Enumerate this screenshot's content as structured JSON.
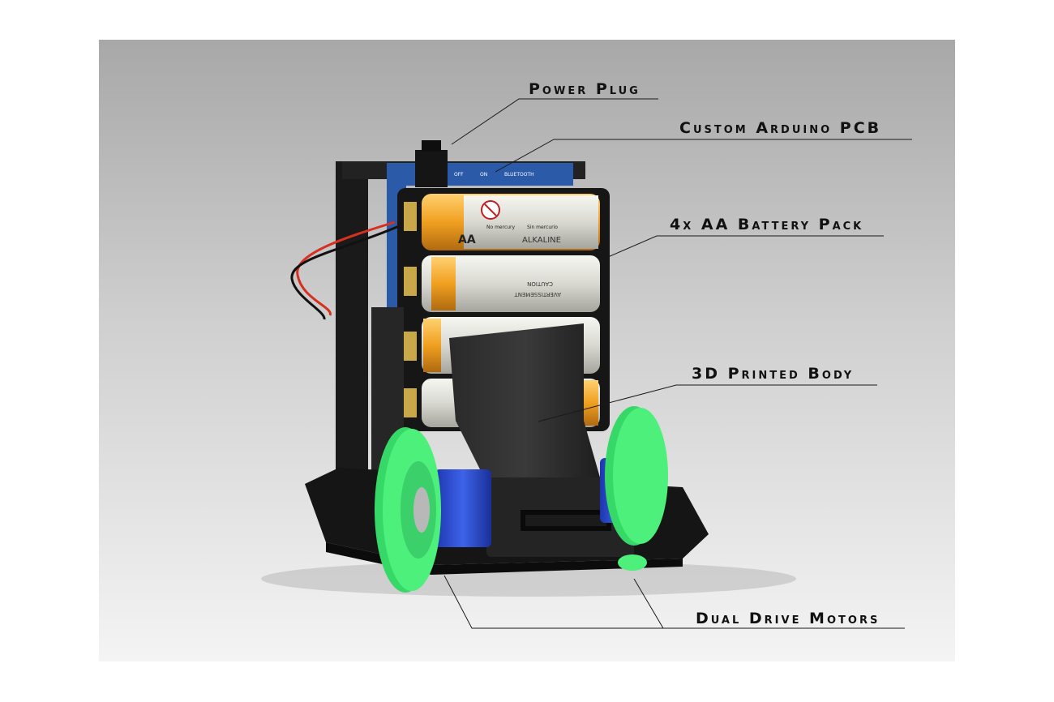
{
  "annotations": {
    "power_plug": "Power Plug",
    "custom_pcb": "Custom Arduino PCB",
    "battery_pack": "4x AA Battery Pack",
    "printed_body": "3D Printed Body",
    "drive_motors": "Dual Drive Motors"
  },
  "battery_labels": {
    "brand_text": "AA",
    "chemistry": "ALKALINE",
    "no_mercury": "No mercury",
    "sin_mercurio": "Sin mercurio",
    "caution": "CAUTION",
    "avertissement": "AVERTISSEMENT"
  },
  "pcb_labels": {
    "off": "OFF",
    "on": "ON",
    "bluetooth": "BLUETOOTH"
  },
  "colors": {
    "background_top": "#a9a9a9",
    "background_bottom": "#f2f2f2",
    "body_plastic": "#1c1c1c",
    "wheel_green": "#4cf07a",
    "battery_orange": "#f0a020",
    "pcb_blue": "#2a5aa8",
    "servo_blue": "#2244cc"
  }
}
